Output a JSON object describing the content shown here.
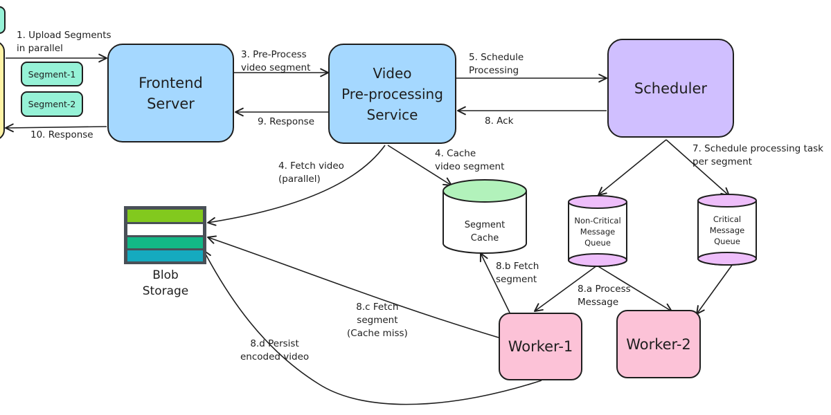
{
  "colors": {
    "frontend": "#a5d8ff",
    "preprocessing": "#a5d8ff",
    "scheduler": "#d0bfff",
    "worker": "#fcc2d7",
    "segment_chip": "#96f2d7",
    "client": "#fff3a6",
    "cache_top": "#b2f2bb",
    "queue_cap": "#eebefa",
    "blob_green": "#82c91e",
    "blob_teal": "#12b886",
    "blob_cyan": "#15aabf",
    "stroke": "#1e1e1e"
  },
  "nodes": {
    "frontend": "Frontend\nServer",
    "preprocessing": "Video\nPre-processing\nService",
    "scheduler": "Scheduler",
    "worker1": "Worker-1",
    "worker2": "Worker-2",
    "segment_cache": "Segment\nCache",
    "noncritical_queue": "Non-Critical\nMessage\nQueue",
    "critical_queue": "Critical\nMessage\nQueue",
    "blob_storage": "Blob\nStorage",
    "segment1": "Segment-1",
    "segment2": "Segment-2"
  },
  "edges": {
    "upload": "1. Upload Segments\nin parallel",
    "response10": "10. Response",
    "preprocess": "3. Pre-Process\nvideo segment",
    "response9": "9. Response",
    "schedule": "5. Schedule\nProcessing",
    "ack": "8. Ack",
    "fetch_video": "4. Fetch video\n(parallel)",
    "cache_segment": "4. Cache\nvideo segment",
    "schedule_task": "7. Schedule processing task\nper segment",
    "fetch_b": "8.b Fetch\nsegment",
    "process_a": "8.a Process\nMessage",
    "fetch_c": "8.c Fetch\nsegment\n(Cache miss)",
    "persist_d": "8.d Persist\nencoded video"
  }
}
